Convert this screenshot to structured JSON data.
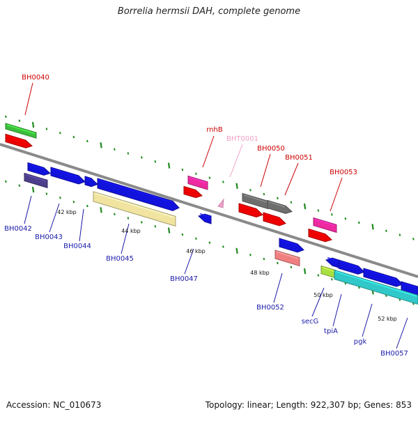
{
  "header": {
    "title": "Borrelia hermsii DAH, complete genome"
  },
  "footer": {
    "accession": "Accession: NC_010673",
    "summary": "Topology: linear; Length: 922,307 bp; Genes: 853"
  },
  "colors": {
    "backbone": "#8a8a8a",
    "tick": "#1e8a1e",
    "label_red": "#cc0000",
    "label_blue": "#1a1aa8",
    "label_pink": "#f0a0c8",
    "gene_blue": "#1212dd",
    "gene_red": "#ee0000",
    "gene_green": "#3cbe3c",
    "gene_purple": "#4d3f8c",
    "gene_yellow": "#f0e4a0",
    "gene_magenta": "#ee2aa0",
    "gene_gray": "#6e6e6e",
    "gene_salmon": "#f08080",
    "gene_lime": "#a8e040",
    "gene_cyan": "#30c8c8"
  },
  "scale_labels": [
    "42 kbp",
    "44 kbp",
    "46 kbp",
    "48 kbp",
    "50 kbp",
    "52 kbp"
  ],
  "gene_labels": [
    {
      "text": "BH0040",
      "color": "red"
    },
    {
      "text": "BH0042",
      "color": "blue"
    },
    {
      "text": "BH0043",
      "color": "blue"
    },
    {
      "text": "BH0044",
      "color": "blue"
    },
    {
      "text": "BH0045",
      "color": "blue"
    },
    {
      "text": "rnhB",
      "color": "red"
    },
    {
      "text": "BHT0001",
      "color": "pink"
    },
    {
      "text": "BH0047",
      "color": "blue"
    },
    {
      "text": "BH0050",
      "color": "red"
    },
    {
      "text": "BH0051",
      "color": "red"
    },
    {
      "text": "BH0053",
      "color": "red"
    },
    {
      "text": "BH0052",
      "color": "blue"
    },
    {
      "text": "secG",
      "color": "blue"
    },
    {
      "text": "tpiA",
      "color": "blue"
    },
    {
      "text": "pgk",
      "color": "blue"
    },
    {
      "text": "BH0057",
      "color": "blue"
    }
  ]
}
